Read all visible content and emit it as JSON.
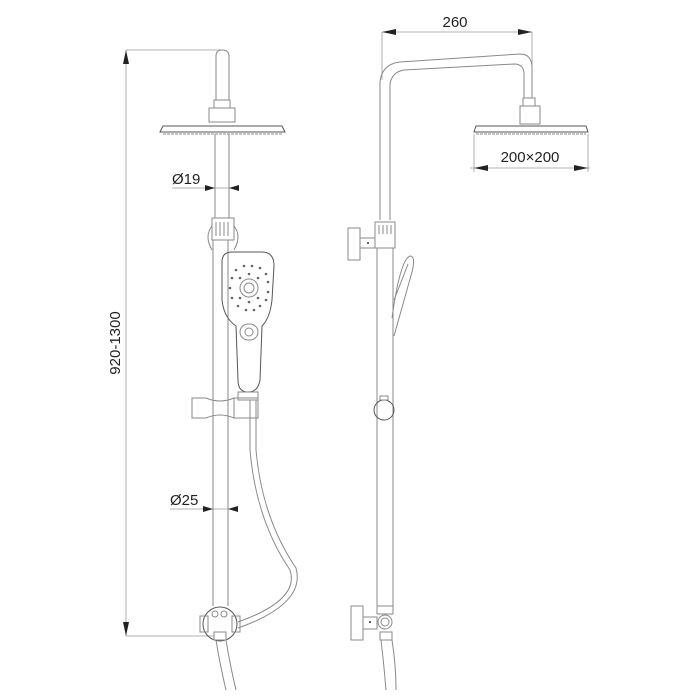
{
  "drawing": {
    "title": "Shower column technical drawing",
    "views": [
      "front-view",
      "side-view"
    ]
  },
  "dimensions": {
    "total_height": "920-1300",
    "upper_pipe_diameter": "Ø19",
    "lower_pipe_diameter": "Ø25",
    "arm_projection": "260",
    "head_size": "200×200"
  },
  "components": {
    "overhead_shower": "overhead-shower-head",
    "hand_shower": "hand-shower",
    "slider_holder": "slide-bar-holder",
    "diverter": "diverter-valve",
    "hose": "shower-hose"
  }
}
